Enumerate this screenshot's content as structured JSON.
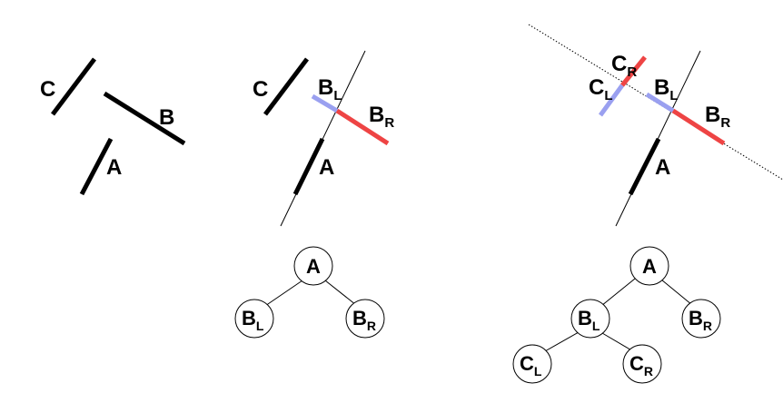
{
  "colors": {
    "segment": "#000000",
    "left_fragment": "#9aa0f0",
    "right_fragment": "#ee4444",
    "splitter_line": "#000000",
    "node_fill": "#ffffff",
    "node_stroke": "#000000"
  },
  "panels": {
    "initial": {
      "labels": {
        "a": "A",
        "b": "B",
        "c": "C"
      }
    },
    "split_by_a": {
      "labels": {
        "a": "A",
        "c": "C",
        "b_left": "B",
        "b_left_sub": "L",
        "b_right": "B",
        "b_right_sub": "R"
      }
    },
    "split_by_b": {
      "labels": {
        "a": "A",
        "b_left": "B",
        "b_left_sub": "L",
        "b_right": "B",
        "b_right_sub": "R",
        "c_left": "C",
        "c_left_sub": "L",
        "c_right": "C",
        "c_right_sub": "R"
      }
    }
  },
  "trees": {
    "tree_one": {
      "root": "A",
      "left": "B",
      "left_sub": "L",
      "right": "B",
      "right_sub": "R"
    },
    "tree_two": {
      "root": "A",
      "left": "B",
      "left_sub": "L",
      "right": "B",
      "right_sub": "R",
      "left_left": "C",
      "left_left_sub": "L",
      "left_right": "C",
      "left_right_sub": "R"
    }
  }
}
